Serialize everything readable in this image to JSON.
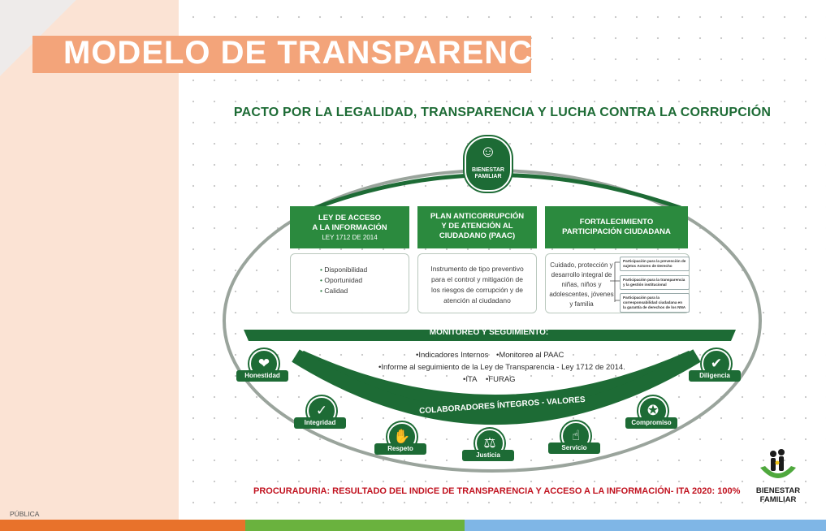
{
  "slide": {
    "title": "MODELO DE TRANSPARENCIA",
    "heading": "PACTO POR LA LEGALIDAD, TRANSPARENCIA Y LUCHA CONTRA LA CORRUPCIÓN",
    "footer_note": "PROCURADURIA: RESULTADO DEL INDICE DE TRANSPARENCIA Y ACCESO A LA INFORMACIÓN- ITA 2020: 100%",
    "classification": "PÚBLICA"
  },
  "center_logo": {
    "line1": "BIENESTAR",
    "line2": "FAMILIAR",
    "icon": "family-hands-icon"
  },
  "pillars": [
    {
      "title_line1": "LEY DE ACCESO",
      "title_line2": "A LA INFORMACIÓN",
      "subtitle": "LEY 1712 DE 2014",
      "items": [
        "Disponibilidad",
        "Oportunidad",
        "Calidad"
      ]
    },
    {
      "title_line1": "PLAN ANTICORRUPCIÓN",
      "title_line2": "Y DE ATENCIÓN AL",
      "title_line3": "CIUDADANO (PAAC)",
      "description": "Instrumento de tipo preventivo para el control y mitigación de los riesgos de corrupción y de atención al ciudadano"
    },
    {
      "title_line1": "FORTALECIMIENTO",
      "title_line2": "PARTICIPACIÓN CIUDADANA",
      "description": "Cuidado, protección y desarrollo integral de niñas, niños y adolescentes, jóvenes y familia",
      "sub_items": [
        "Participación para la prevención de sujetos Actores de Derecho",
        "Participación para la transparencia y la gestión institucional",
        "Participación para la corresponsabilidad ciudadana en la garantía de derechos de los NNA"
      ]
    }
  ],
  "monitoring": {
    "title": "MONITOREO Y SEGUIMIENTO:",
    "row1_a": "•Indicadores Internos",
    "row1_b": "•Monitoreo al PAAC",
    "row2": "•Informe al seguimiento de la Ley de Transparencia - Ley 1712 de 2014.",
    "row3_a": "•ITA",
    "row3_b": "•FURAG"
  },
  "collaborators_label": "COLABORADORES ÍNTEGROS - VALORES",
  "values": [
    {
      "label": "Honestidad",
      "icon": "handshake-heart-icon",
      "glyph": "❤"
    },
    {
      "label": "Integridad",
      "icon": "shield-check-icon",
      "glyph": "✓"
    },
    {
      "label": "Respeto",
      "icon": "handshake-icon",
      "glyph": "✋"
    },
    {
      "label": "Justicia",
      "icon": "scales-icon",
      "glyph": "⚖"
    },
    {
      "label": "Servicio",
      "icon": "serving-hand-icon",
      "glyph": "☝"
    },
    {
      "label": "Compromiso",
      "icon": "medal-icon",
      "glyph": "✪"
    },
    {
      "label": "Diligencia",
      "icon": "check-circle-icon",
      "glyph": "✔"
    }
  ],
  "brand": {
    "line1": "BIENESTAR",
    "line2": "FAMILIAR",
    "icon": "bienestar-familiar-logo-icon"
  },
  "colors": {
    "green": "#1d6b35",
    "title_band": "#f3a47a",
    "left_panel": "#fbe3d4",
    "red_text": "#c1121f",
    "bar_orange": "#e8722b",
    "bar_green": "#6ab23e",
    "bar_blue": "#7fb6e6"
  }
}
